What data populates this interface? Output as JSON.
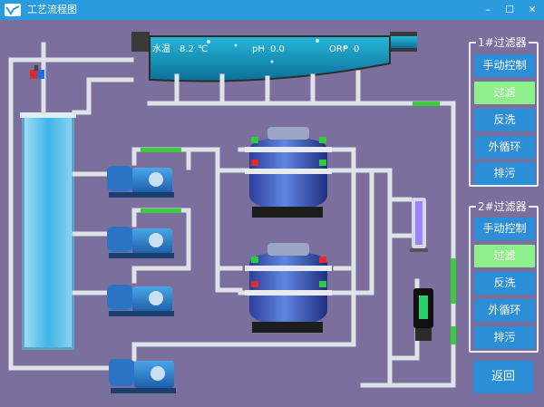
{
  "window": {
    "title": "工艺流程图",
    "minimize_glyph": "–",
    "maximize_glyph": "☐",
    "close_glyph": "✕"
  },
  "pool": {
    "temp_label": "水温",
    "temp_value": "8.2",
    "temp_unit": "℃",
    "ph_label": "pH",
    "ph_value": "0.0",
    "orp_label": "ORP",
    "orp_value": "0"
  },
  "filter1": {
    "title": "1#过滤器",
    "buttons": [
      "手动控制",
      "过滤",
      "反洗",
      "外循环",
      "排污"
    ],
    "active_index": 1
  },
  "filter2": {
    "title": "2#过滤器",
    "buttons": [
      "手动控制",
      "过滤",
      "反洗",
      "外循环",
      "排污"
    ],
    "active_index": 1
  },
  "back_label": "返回",
  "colors": {
    "background": "#7b6f9e",
    "titlebar": "#2b9be0",
    "button": "#2d8ed8",
    "button_active": "#8ef08a",
    "pipe": "#dfe3e8",
    "flow_indicator": "#3ccb3c"
  },
  "icons": {
    "app": "app-logo-icon",
    "pump": "pump-icon",
    "filter_tank": "sand-filter-icon",
    "uv": "uv-sterilizer-icon",
    "valve": "valve-icon"
  }
}
